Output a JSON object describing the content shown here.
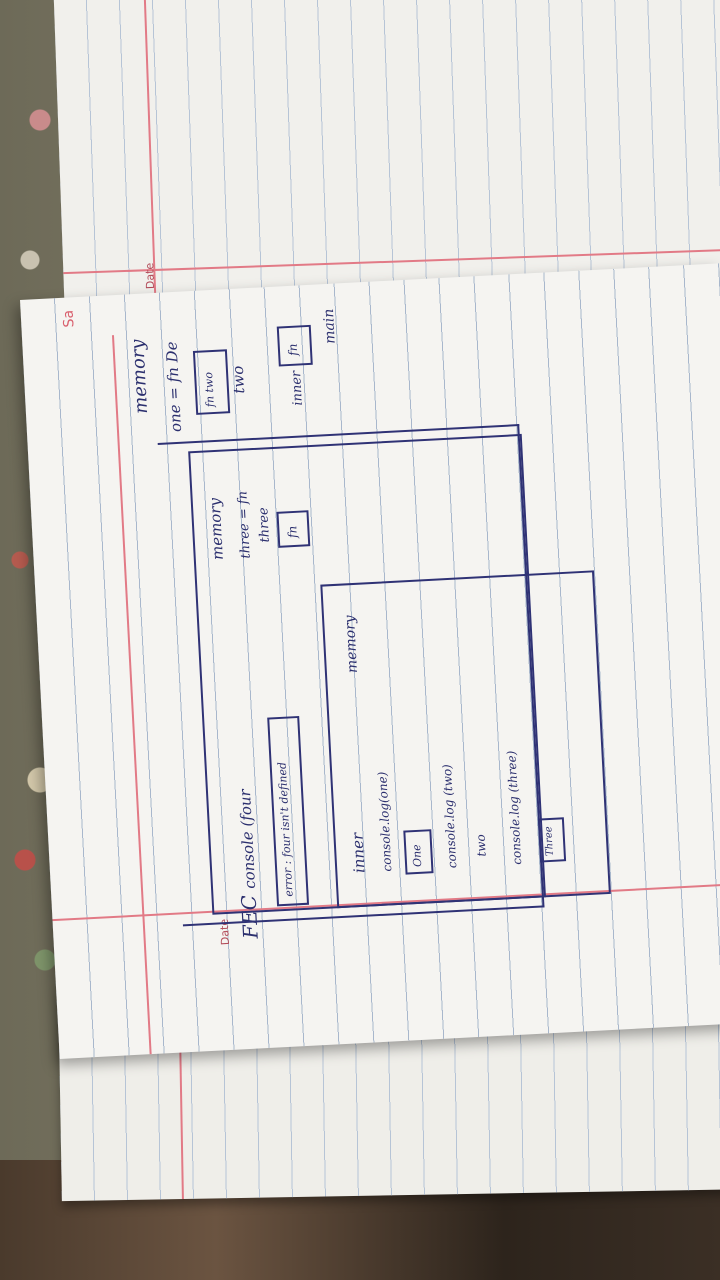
{
  "header_labels": {
    "date_top": "Date",
    "date_bottom": "Date",
    "corner_mark": "Sa"
  },
  "notes": {
    "memory_label_top": "memory",
    "one_assignment": "one = fn De",
    "two_fn_box": "fn two",
    "two_label": "two",
    "inner_fn_box": "fn",
    "inner_label": "inner",
    "main_label": "main",
    "fn_small_box": "fn",
    "memory_mid": "memory",
    "three_assignment": "three = fn",
    "three_label": "three",
    "console_four": "console (four",
    "error_four": "error : four isn't defined",
    "memory_inner": "memory",
    "inner_heading": "inner",
    "log_one": "console.log(one)",
    "one_value": "One",
    "log_two": "console.log (two)",
    "two_value": "two",
    "log_three": "console.log (three)",
    "three_value": "Three",
    "fec_label": "FEC"
  },
  "colors": {
    "ink": "#2b2f6e",
    "margin_red": "#e27a86",
    "rule_blue": "#a8b7cc"
  }
}
